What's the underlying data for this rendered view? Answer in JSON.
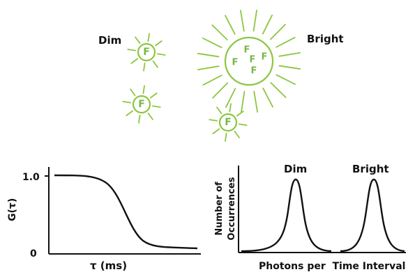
{
  "top": {
    "dim_label": "Dim",
    "bright_label": "Bright",
    "molecule_letter": "F",
    "green": "#8cc63f",
    "green_letter": "#7ab648"
  },
  "autocorrelation": {
    "y_axis_label": "G(τ)",
    "x_axis_label": "τ (ms)",
    "y_ticks": [
      "1.0",
      "0"
    ],
    "curve_shape": "sigmoid decay from 1.0 to near 0"
  },
  "histogram": {
    "y_axis_label_line1": "Number of",
    "y_axis_label_line2": "Occurrences",
    "x_axis_label": "Photons per  Time Interval",
    "peak_dim_label": "Dim",
    "peak_bright_label": "Bright"
  },
  "colors": {
    "ink": "#111111"
  }
}
